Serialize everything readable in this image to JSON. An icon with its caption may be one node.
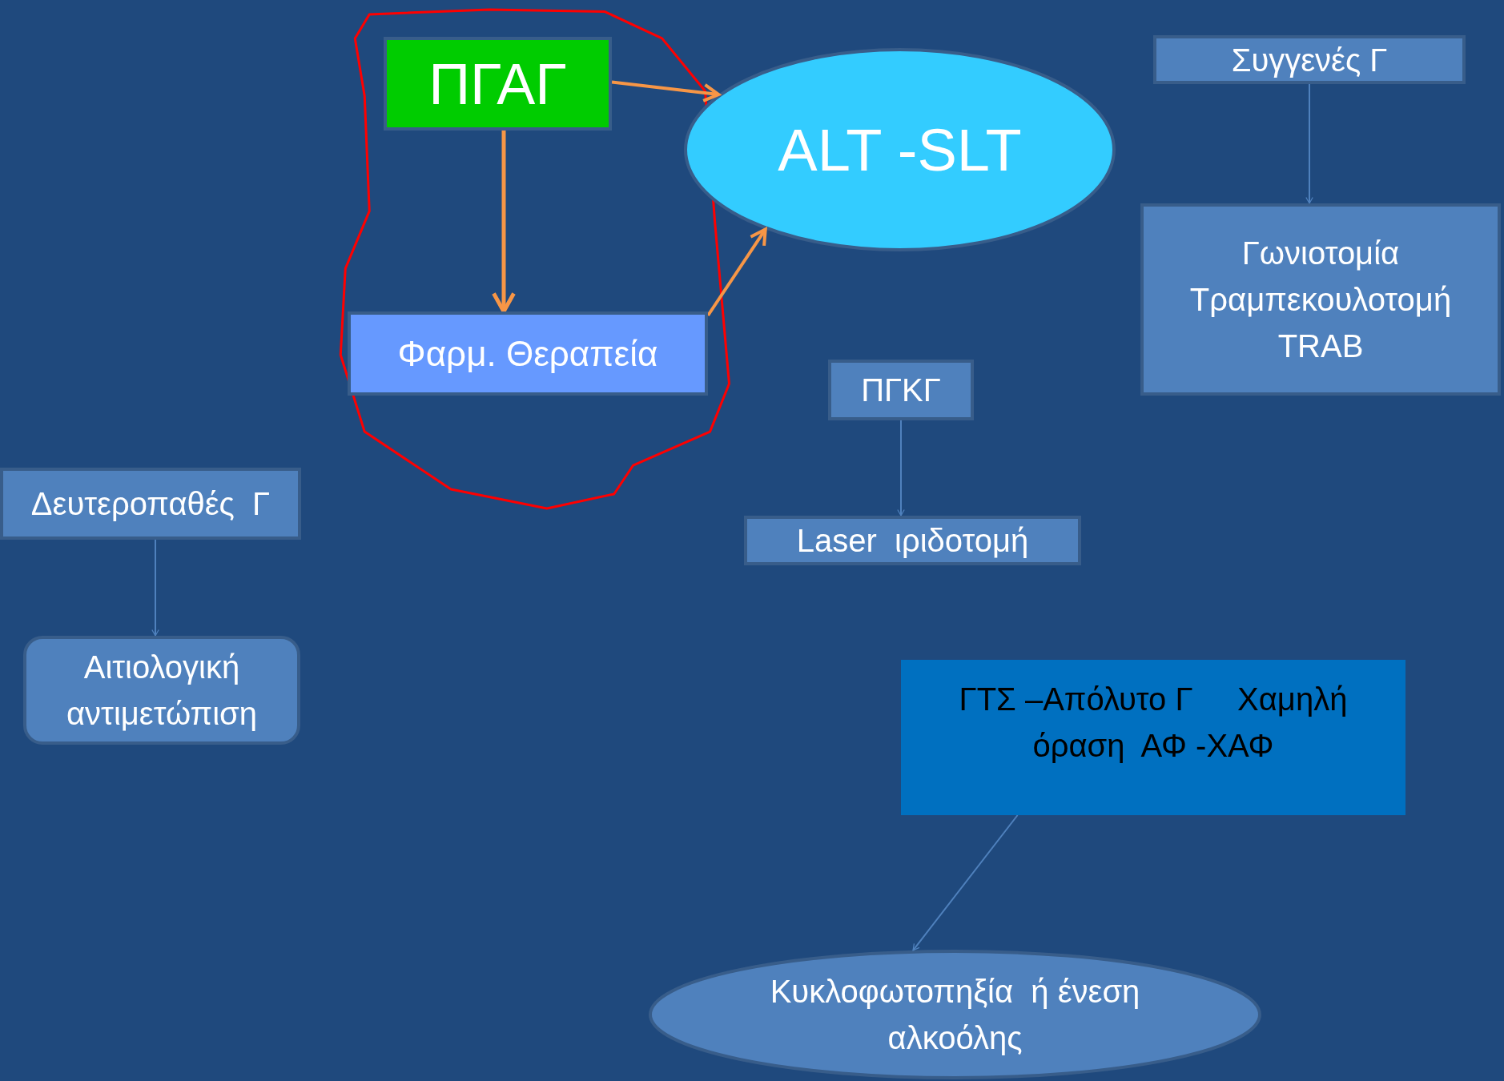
{
  "diagram": {
    "nodes": [
      {
        "text": [
          "ΠΓΑΓ"
        ]
      },
      {
        "text": [
          "ALT -SLT"
        ]
      },
      {
        "text": [
          "Φαρμ. Θεραπεία"
        ]
      },
      {
        "text": [
          "Συγγενές Γ"
        ]
      },
      {
        "text": [
          "Γωνιοτομία",
          "Τραμπεκουλοτομή",
          "TRAB"
        ]
      },
      {
        "text": [
          "ΠΓΚΓ"
        ]
      },
      {
        "text": [
          "Laser  ιριδοτομή"
        ]
      },
      {
        "text": [
          "Δευτεροπαθές  Γ"
        ]
      },
      {
        "text": [
          "Αιτιολογική αντιμετώπιση"
        ]
      },
      {
        "text": [
          "ΓΤΣ –Απόλυτο Γ     Χαμηλή όραση  ΑΦ -ΧΑΦ"
        ]
      },
      {
        "text": [
          "Κυκλοφωτοπηξία  ή ένεση αλκοόλης"
        ]
      }
    ],
    "edges": [
      {
        "from": 0,
        "to": 1,
        "arrow": "to",
        "color": "#f79646"
      },
      {
        "from": 0,
        "to": 2,
        "arrow": "to",
        "style": "thick",
        "color": "#f79646"
      },
      {
        "from": 2,
        "to": 1,
        "arrow": "to",
        "color": "#f79646"
      },
      {
        "from": 3,
        "to": 4,
        "arrow": "to"
      },
      {
        "from": 5,
        "to": 6,
        "arrow": "to"
      },
      {
        "from": 7,
        "to": 8,
        "arrow": "to"
      },
      {
        "from": 9,
        "to": 10,
        "arrow": "to"
      }
    ]
  }
}
